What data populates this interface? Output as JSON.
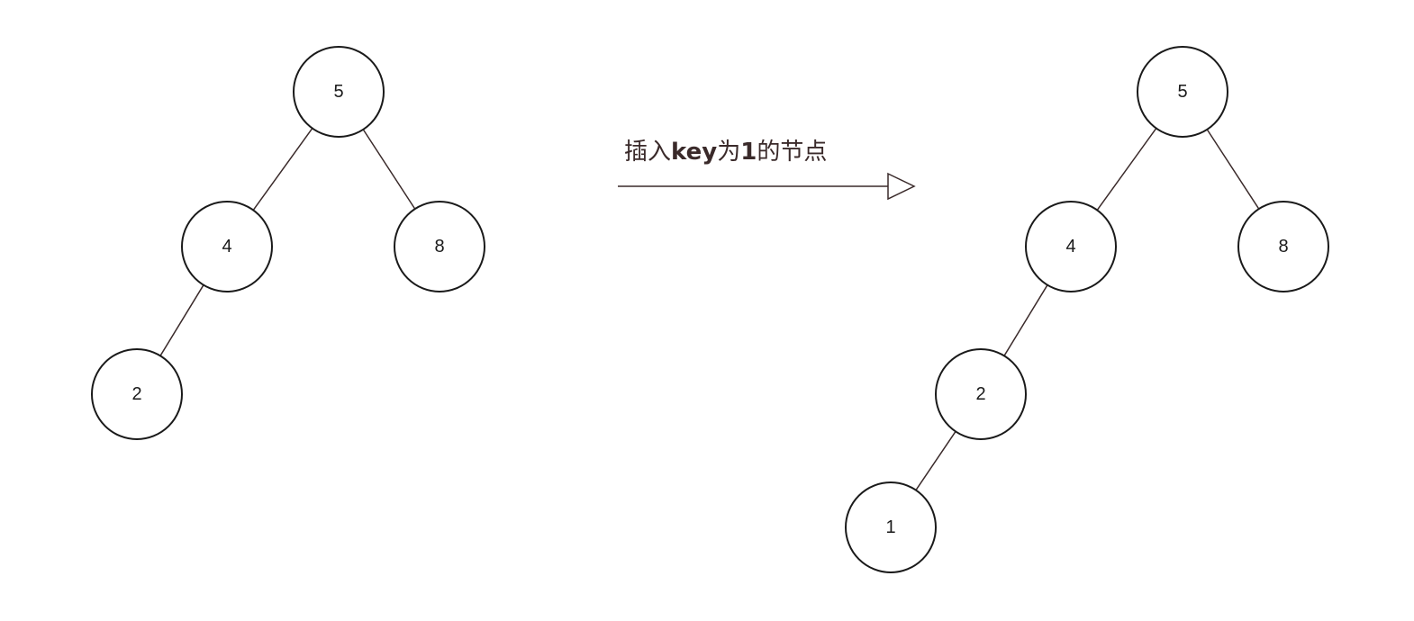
{
  "caption": {
    "prefix": "插入",
    "key_word": "key",
    "middle": "为",
    "key_value": "1",
    "suffix": "的节点"
  },
  "trees": [
    {
      "name": "before",
      "nodes": [
        {
          "id": "n5",
          "label": "5"
        },
        {
          "id": "n4",
          "label": "4"
        },
        {
          "id": "n8",
          "label": "8"
        },
        {
          "id": "n2",
          "label": "2"
        }
      ],
      "edges": [
        [
          "n5",
          "n4"
        ],
        [
          "n5",
          "n8"
        ],
        [
          "n4",
          "n2"
        ]
      ]
    },
    {
      "name": "after",
      "nodes": [
        {
          "id": "n5",
          "label": "5"
        },
        {
          "id": "n4",
          "label": "4"
        },
        {
          "id": "n8",
          "label": "8"
        },
        {
          "id": "n2",
          "label": "2"
        },
        {
          "id": "n1",
          "label": "1"
        }
      ],
      "edges": [
        [
          "n5",
          "n4"
        ],
        [
          "n5",
          "n8"
        ],
        [
          "n4",
          "n2"
        ],
        [
          "n2",
          "n1"
        ]
      ]
    }
  ]
}
